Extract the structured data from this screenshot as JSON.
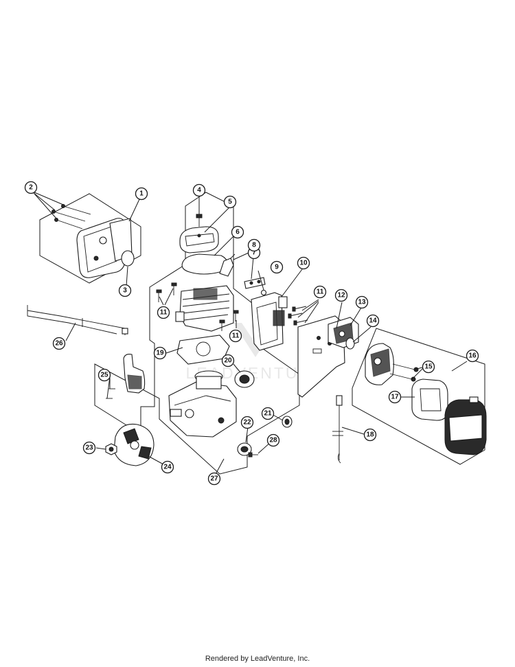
{
  "watermark": {
    "text": "LEADVENTURE"
  },
  "footer": {
    "text": "Rendered by LeadVenture, Inc."
  },
  "callouts": [
    "1",
    "2",
    "3",
    "4",
    "5",
    "6",
    "7",
    "8",
    "9",
    "10",
    "11",
    "12",
    "13",
    "14",
    "15",
    "16",
    "17",
    "18",
    "19",
    "20",
    "21",
    "22",
    "23",
    "24",
    "25",
    "26",
    "27",
    "28"
  ]
}
